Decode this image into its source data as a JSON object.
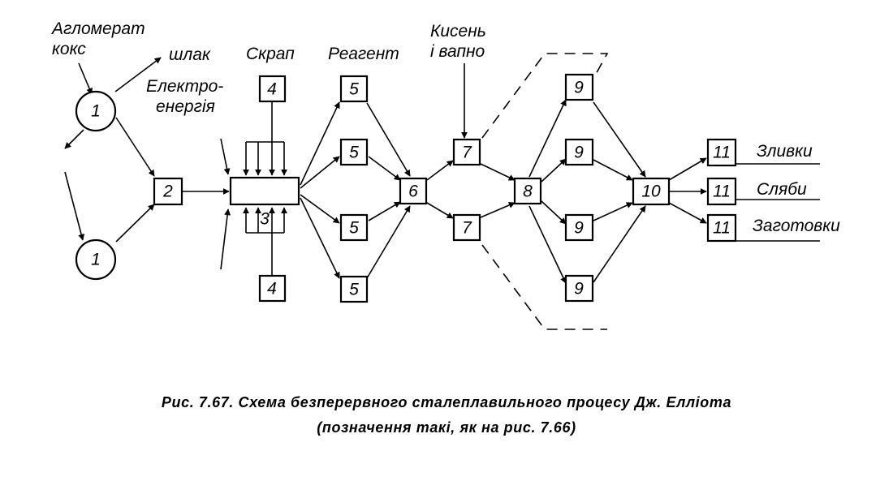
{
  "labels": {
    "aglomerat": "Агломерат",
    "koks": "кокс",
    "shlak": "шлак",
    "skrap": "Скрап",
    "reagent": "Реагент",
    "kysen": "Кисень",
    "i_vapno": "і вапно",
    "elektro": "Електро-",
    "energiya": "енергія",
    "zlyvky": "Зливки",
    "slyaby": "Сляби",
    "zahotovky": "Заготовки"
  },
  "nodes": {
    "n1_top": "1",
    "n1_bottom": "1",
    "n2": "2",
    "n3": "3",
    "n4_top": "4",
    "n4_bottom": "4",
    "n5_a": "5",
    "n5_b": "5",
    "n5_c": "5",
    "n5_d": "5",
    "n6": "6",
    "n7_top": "7",
    "n7_bottom": "7",
    "n8": "8",
    "n9_a": "9",
    "n9_b": "9",
    "n9_c": "9",
    "n9_d": "9",
    "n10": "10",
    "n11_a": "11",
    "n11_b": "11",
    "n11_c": "11"
  },
  "caption": {
    "line1": "Рис. 7.67. Схема безперервного сталеплавильного процесу Дж. Елліота",
    "line2": "(позначення такі, як на рис. 7.66)"
  }
}
